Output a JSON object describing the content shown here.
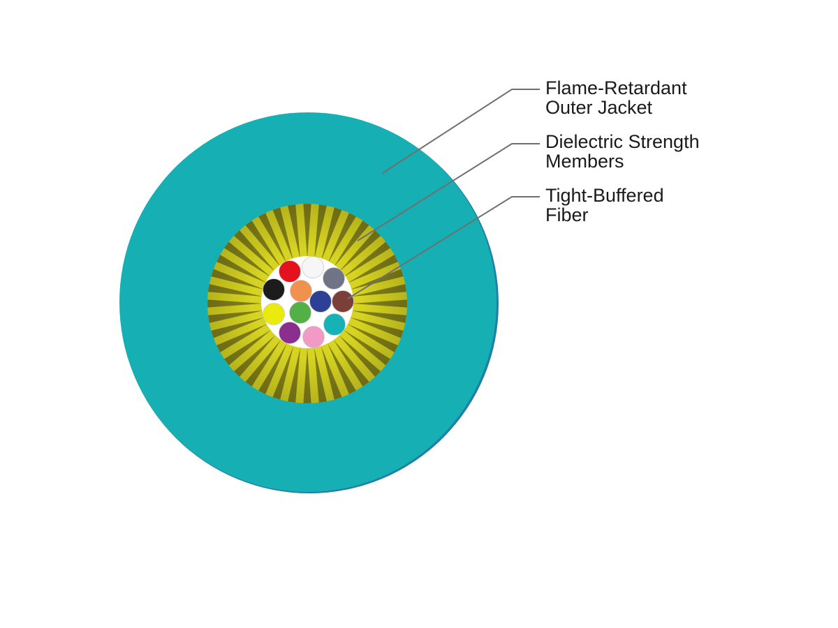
{
  "colors": {
    "jacket": "#16b0b4",
    "jacket_edge": "#1f7fa6",
    "strength_member": "#d6d322",
    "strength_member_dark": "#3a3810",
    "core_background": "#ffffff",
    "leader_line": "#6f6f6f"
  },
  "callouts": [
    {
      "line1": "Flame-Retardant",
      "line2": "Outer Jacket"
    },
    {
      "line1": "Dielectric Strength",
      "line2": "Members"
    },
    {
      "line1": "Tight-Buffered",
      "line2": "Fiber"
    }
  ],
  "fibers": [
    {
      "color_name": "red",
      "color": "#e3121c"
    },
    {
      "color_name": "white",
      "color": "#f6f6f6"
    },
    {
      "color_name": "slate",
      "color": "#6f7584"
    },
    {
      "color_name": "black",
      "color": "#1c1c1c"
    },
    {
      "color_name": "orange",
      "color": "#f0924e"
    },
    {
      "color_name": "blue",
      "color": "#2e3f96"
    },
    {
      "color_name": "brown",
      "color": "#7a3f36"
    },
    {
      "color_name": "yellow",
      "color": "#eaea0c"
    },
    {
      "color_name": "green",
      "color": "#52b047"
    },
    {
      "color_name": "aqua",
      "color": "#17b2b6"
    },
    {
      "color_name": "violet",
      "color": "#8b2f8f"
    },
    {
      "color_name": "rose",
      "color": "#f29ac6"
    }
  ]
}
